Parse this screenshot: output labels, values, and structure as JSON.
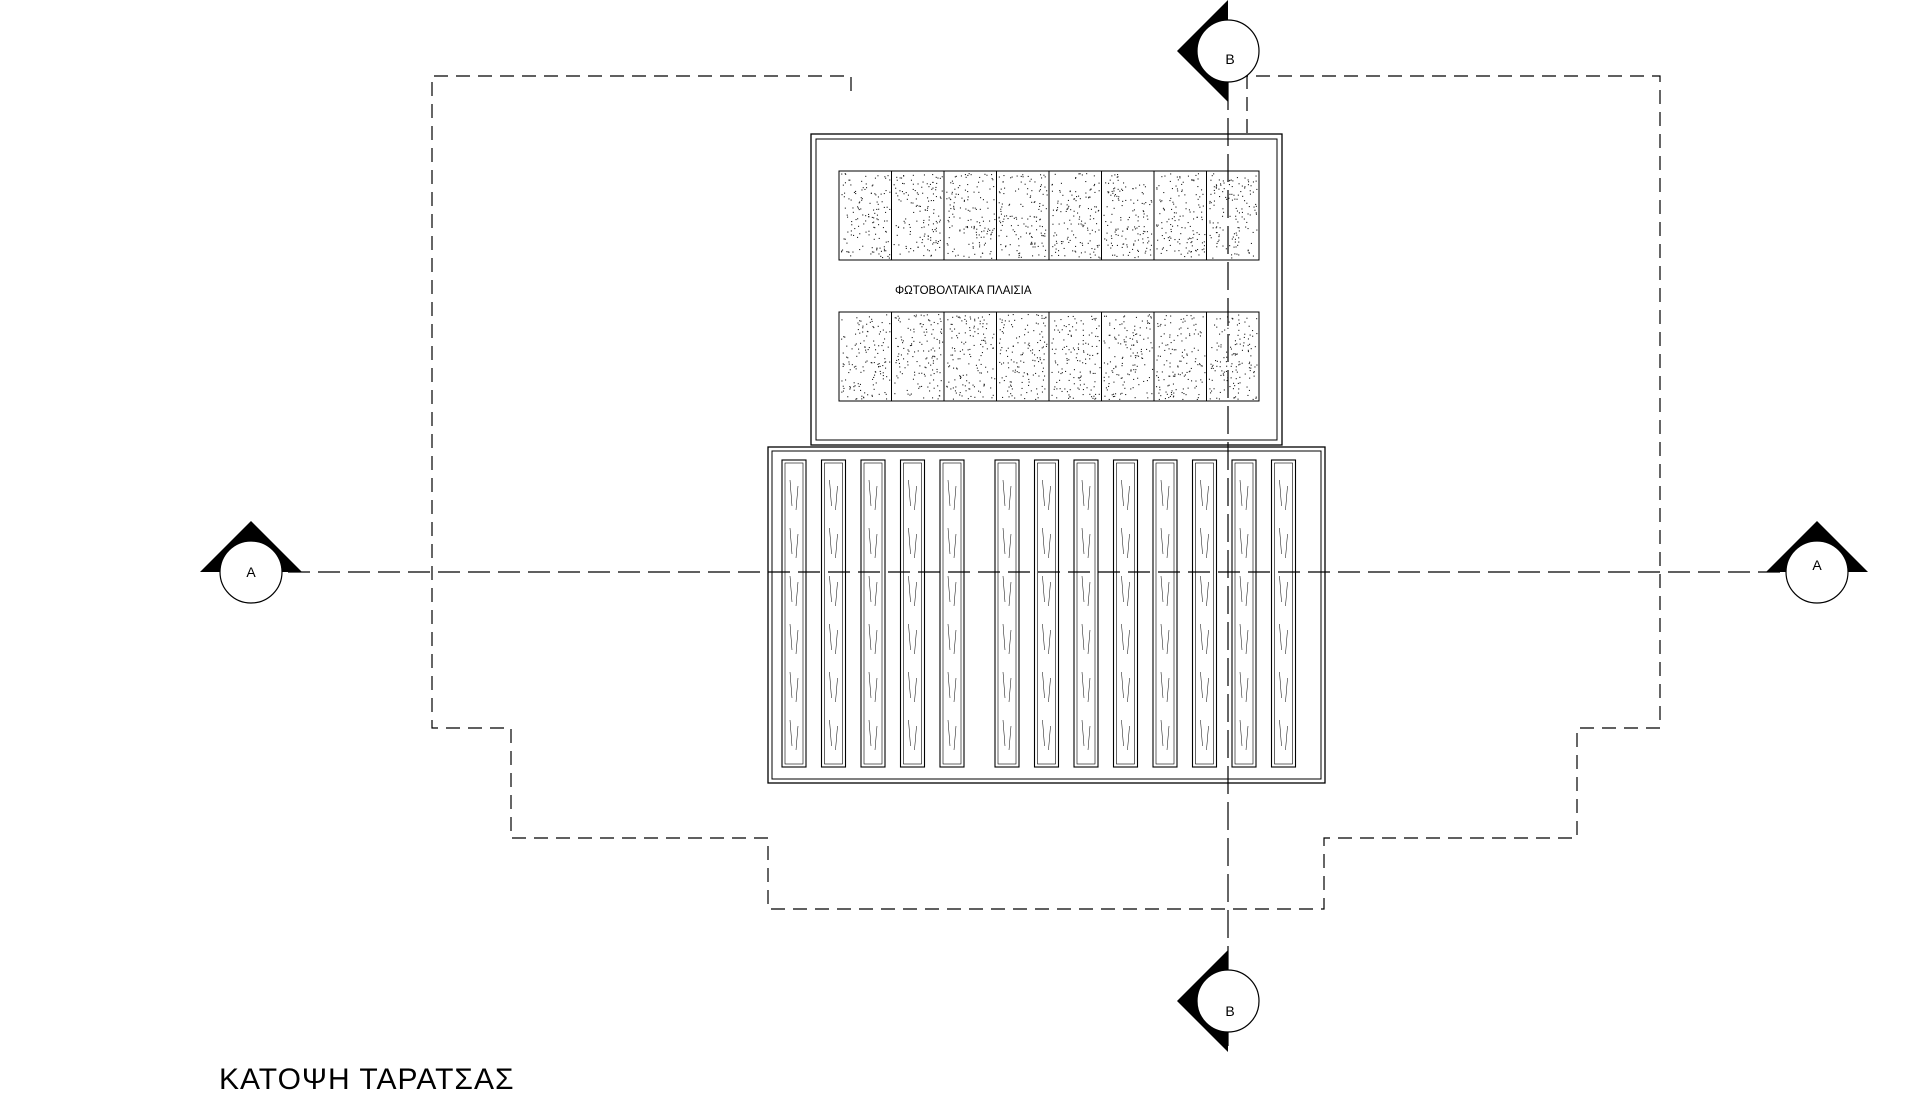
{
  "drawing": {
    "title": "ΚΑΤΟΨΗ ΤΑΡΑΤΣΑΣ",
    "pv_label": "ΦΩΤΟΒΟΛΤΑΙΚΑ ΠΛΑΙΣΙΑ",
    "section_a": {
      "left_label": "A",
      "right_label": "A"
    },
    "section_b": {
      "top_label": "B",
      "bottom_label": "B"
    },
    "pv_rows": 2,
    "pv_panels_per_row": 8,
    "slat_groups": [
      5,
      8
    ]
  }
}
